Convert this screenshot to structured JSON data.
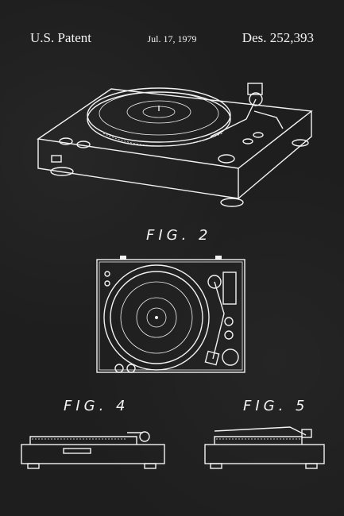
{
  "header": {
    "left": "U.S. Patent",
    "center": "Jul. 17, 1979",
    "right": "Des. 252,393"
  },
  "figures": {
    "fig2": "FIG. 2",
    "fig4": "FIG. 4",
    "fig5": "FIG. 5"
  },
  "colors": {
    "background": "#1e1e1e",
    "ink": "#f2f2f2"
  }
}
